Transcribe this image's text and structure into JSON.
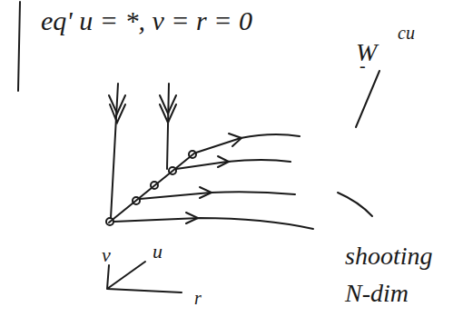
{
  "diagram": {
    "labels": [
      "eq' u = *, v = r = 0",
      "W",
      "-",
      "cu",
      "shooting N-dim",
      "v",
      "u",
      "r"
    ]
  }
}
